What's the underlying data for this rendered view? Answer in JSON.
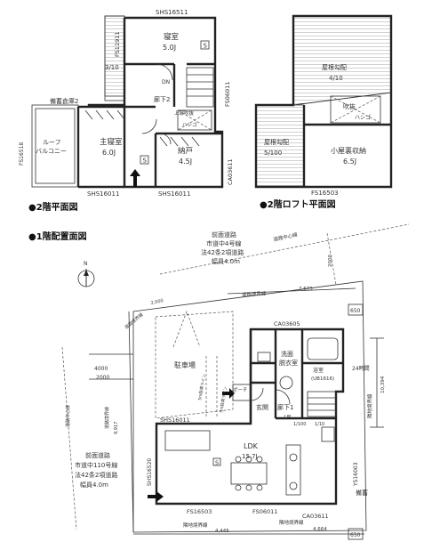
{
  "captions": {
    "floor2": "●2階平面図",
    "loft": "●2階ロフト平面図",
    "floor1": "●1階配置面図"
  },
  "floor2": {
    "top_window": "SHS16511",
    "left_window": "FS11911",
    "stair_ratio": "3/10",
    "bedroom_name": "寝室",
    "bedroom_size": "5.0J",
    "dn": "DN",
    "right_window": "FS06011",
    "storage_label": "備蓄倉庫2",
    "hall": "廊下2",
    "vent": "上部吹抜",
    "hatch": "ハシゴ",
    "left_vent": "FS16518",
    "roof_balcony_1": "ルーフ",
    "roof_balcony_2": "バルコニー",
    "master_name": "主寝室",
    "master_size": "6.0J",
    "closet_name": "納戸",
    "closet_size": "4.5J",
    "ca_window": "CA03611",
    "bottom_window_left": "SHS16011",
    "bottom_window_right": "SHS16011"
  },
  "loft": {
    "roof_slope_1": "屋根勾配",
    "roof_slope_1_val": "4/10",
    "void": "吹抜",
    "hatch": "ハシゴ",
    "roof_slope_2": "屋根勾配",
    "roof_slope_2_val": "5/100",
    "attic_name": "小屋裏収納",
    "attic_size": "6.5J",
    "bottom_window": "FS16503"
  },
  "floor1": {
    "front_road_top_1": "前面道路",
    "front_road_top_2": "市道中4号線",
    "front_road_top_3": "法42条2項道路",
    "front_road_top_4": "幅員4.0m",
    "road_center": "道路中心線",
    "dim_2000_top": "2000",
    "boundary_top": "道路境界線",
    "dim_7673": "7,673",
    "boundary_diag": "道路境界線",
    "dim_2000_diag": "2,000",
    "north": "N",
    "ca_top": "CA03605",
    "dim_650_top": "650",
    "wash_1": "洗面",
    "wash_2": "脱衣室",
    "wc_1": "浴室",
    "wc_2": "(UB1616)",
    "dim_24": "24時間",
    "parking": "駐車場",
    "dim_4000": "4000",
    "dim_2000_left": "2000",
    "porch": "ポーチ",
    "entrance": "玄関",
    "hall": "廊下1",
    "up": "UP",
    "line_label_1": "5m駐車ライン",
    "line_label_2": "5m駐車ライン",
    "window_mid": "SHS16011",
    "road_center_left": "道路中心線",
    "boundary_left": "道路境界線",
    "dim_9917": "9,917",
    "ldk_name": "LDK",
    "ldk_size": "15.7J",
    "front_road_left_1": "前面道路",
    "front_road_left_2": "市道中110号線",
    "front_road_left_3": "法42条2項道路",
    "front_road_left_4": "幅員4.0m",
    "window_left_vertical": "SHS16520",
    "bottom_window_1": "FS16503",
    "bottom_window_2": "FS06011",
    "bottom_window_3": "CA03611",
    "right_window_vertical": "YS16003",
    "side_label": "備蓄",
    "boundary_bottom": "隣地境界線",
    "dim_4445": "4,445",
    "dim_4664": "4,664",
    "dim_650_bottom": "650",
    "boundary_bottom_right": "隣地境界線",
    "boundary_right": "隣地境界線",
    "dim_10394": "10,394",
    "stair_ratio": "1/10",
    "dim_mid": "1/100"
  }
}
